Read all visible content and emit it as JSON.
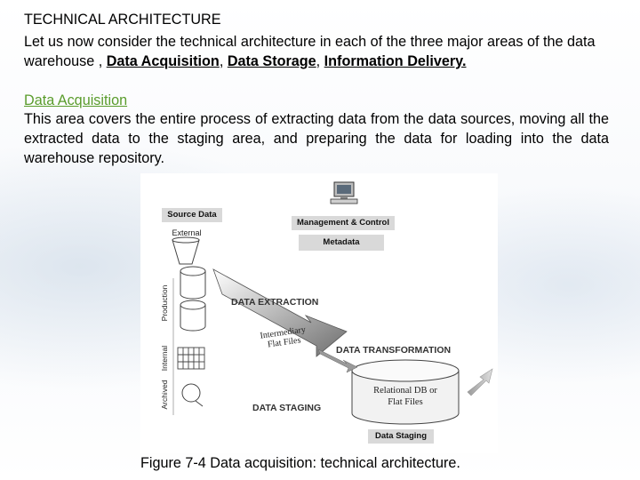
{
  "slide": {
    "title": "TECHNICAL ARCHITECTURE",
    "intro": {
      "text_before": "Let us now consider the technical architecture in each of the three major areas of the data warehouse , ",
      "link1": "Data Acquisition",
      "sep1": ", ",
      "link2": "Data Storage",
      "sep2": ",  ",
      "link3": "Information Delivery."
    },
    "section_heading": "Data Acquisition",
    "section_text": "This area covers the entire process of extracting data from the data sources, moving all the extracted data to the staging area, and preparing the data for loading into the data warehouse repository."
  },
  "figure": {
    "source_data_label": "Source Data",
    "external_label": "External",
    "production_label": "Production",
    "internal_label": "Internal",
    "archived_label": "Archived",
    "management_control_label": "Management & Control",
    "metadata_label": "Metadata",
    "data_extraction_label": "DATA  EXTRACTION",
    "intermediary_flat_files_label": "Intermediary Flat Files",
    "data_transformation_label": "DATA  TRANSFORMATION",
    "relational_db_label": "Relational DB or Flat Files",
    "data_staging_label": "DATA  STAGING",
    "data_staging_box_label": "Data Staging",
    "caption": "Figure 7-4 Data acquisition: technical architecture."
  },
  "colors": {
    "text": "#000000",
    "section_heading": "#5a9c2c",
    "label_box": "#d9d9d9",
    "arrow": "#7a7a7a"
  }
}
